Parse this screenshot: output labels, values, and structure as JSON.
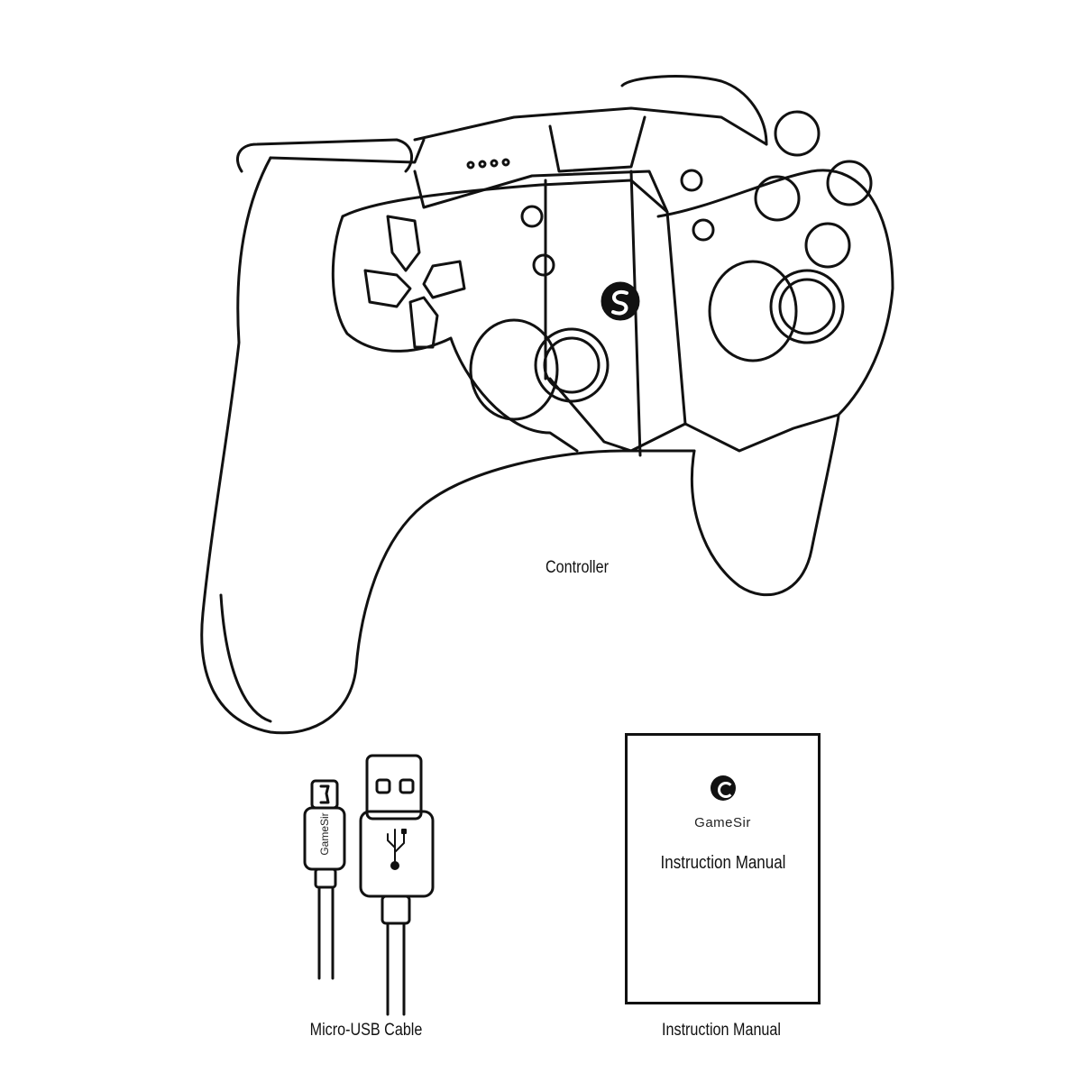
{
  "items": {
    "controller_label": "Controller",
    "cable_label": "Micro-USB Cable",
    "manual_label": "Instruction Manual"
  },
  "manual_cover": {
    "brand": "GameSir",
    "title": "Instruction Manual",
    "logo_icon": "gamesir-logo-icon"
  },
  "cable": {
    "brand": "GameSir",
    "usb_icon": "usb-symbol-icon"
  },
  "colors": {
    "line": "#111111",
    "background": "#ffffff"
  }
}
